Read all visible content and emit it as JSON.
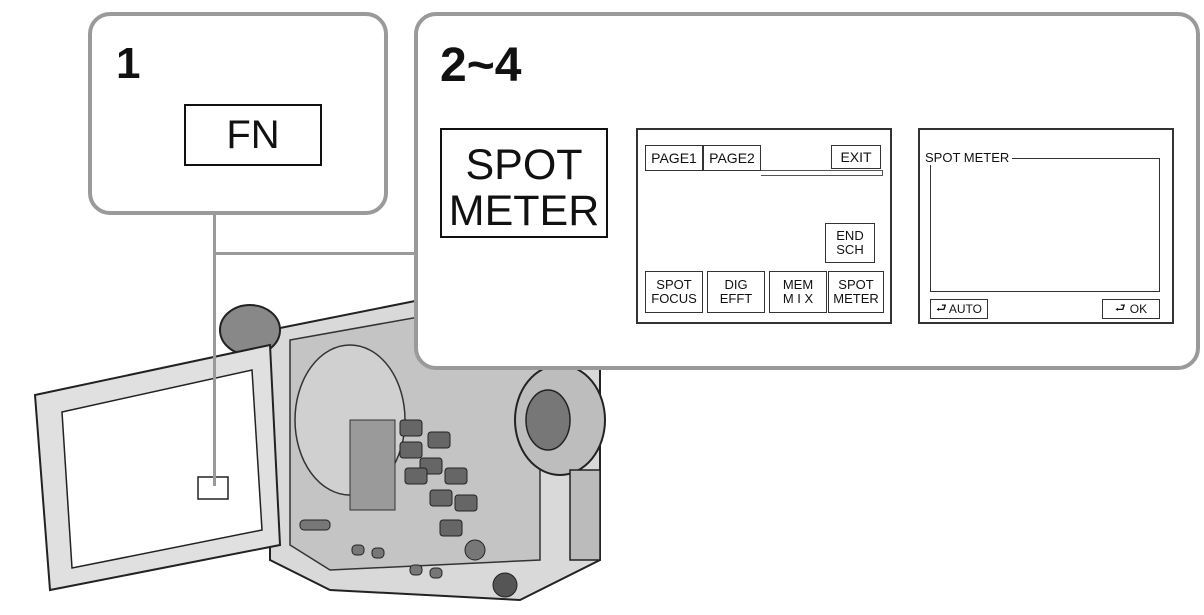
{
  "callout1": {
    "step": "1",
    "fn_label": "FN"
  },
  "callout2": {
    "step": "2~4",
    "spot_meter_line1": "SPOT",
    "spot_meter_line2": "METER",
    "menu_screen": {
      "tabs": [
        "PAGE1",
        "PAGE2"
      ],
      "exit": "EXIT",
      "end_sch": [
        "END",
        "SCH"
      ],
      "buttons": [
        {
          "line1": "SPOT",
          "line2": "FOCUS"
        },
        {
          "line1": "DIG",
          "line2": "EFFT"
        },
        {
          "line1": "MEM",
          "line2": "M I X"
        },
        {
          "line1": "SPOT",
          "line2": "METER"
        }
      ]
    },
    "meter_screen": {
      "title": "SPOT METER",
      "auto": "AUTO",
      "ok": "OK"
    }
  }
}
